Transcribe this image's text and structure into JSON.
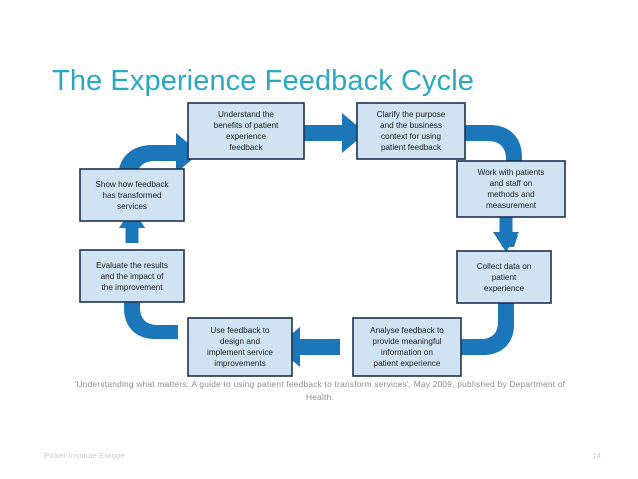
{
  "slide": {
    "title": "The Experience Feedback Cycle",
    "title_color": "#2ba8c4",
    "background": "#ffffff"
  },
  "diagram": {
    "type": "cycle-flowchart",
    "direction": "clockwise",
    "box_fill": "#cfe3f2",
    "box_border": "#1f3150",
    "arrow_color": "#1c76ba",
    "steps": [
      {
        "id": "step-1",
        "position": "top-left",
        "lines": [
          "Understand the",
          "benefits of patient",
          "experience",
          "feedback"
        ],
        "text": "Understand the benefits of patient experience feedback"
      },
      {
        "id": "step-2",
        "position": "top-right",
        "lines": [
          "Clarify the purpose",
          "and the business",
          "context for using",
          "patient feedback"
        ],
        "text": "Clarify the purpose and the business context for using patient feedback"
      },
      {
        "id": "step-3",
        "position": "right-upper",
        "lines": [
          "Work with patients",
          "and staff on",
          "methods and",
          "measurement"
        ],
        "text": "Work with patients and staff on methods and measurement"
      },
      {
        "id": "step-4",
        "position": "right-lower",
        "lines": [
          "Collect data on",
          "patient",
          "experience"
        ],
        "text": "Collect data on patient experience"
      },
      {
        "id": "step-5",
        "position": "bottom-right",
        "lines": [
          "Analyse feedback to",
          "provide meaningful",
          "information on",
          "patient experience"
        ],
        "text": "Analyse feedback to provide meaningful information on patient experience"
      },
      {
        "id": "step-6",
        "position": "bottom-left",
        "lines": [
          "Use feedback to",
          "design and",
          "implement service",
          "improvements"
        ],
        "text": "Use feedback to design and implement service improvements"
      },
      {
        "id": "step-7",
        "position": "left-lower",
        "lines": [
          "Evaluate the results",
          "and the impact of",
          "the improvement"
        ],
        "text": "Evaluate the results and the impact of the improvement"
      },
      {
        "id": "step-8",
        "position": "left-upper",
        "lines": [
          "Show how feedback",
          "has transformed",
          "services"
        ],
        "text": "Show how feedback has transformed services"
      }
    ]
  },
  "caption": {
    "text": "'Understanding what matters: A guide to using patient feedback to transform services', May 2009, published by Department of Health."
  },
  "footer": {
    "organisation": "Picker Institute Europe",
    "page_number": "14"
  }
}
